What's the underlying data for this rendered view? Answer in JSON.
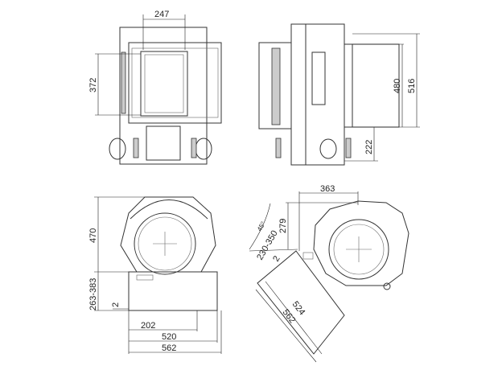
{
  "front_view": {
    "dim_width": "247",
    "dim_height": "372"
  },
  "side_view": {
    "dim_480": "480",
    "dim_516": "516",
    "dim_222": "222"
  },
  "top_view_straight": {
    "dim_470": "470",
    "dim_263_383": "263-383",
    "dim_2": "2",
    "dim_202": "202",
    "dim_520": "520",
    "dim_562": "562"
  },
  "top_view_rotated": {
    "dim_363": "363",
    "dim_279": "279",
    "angle": "45°",
    "dim_230_350": "230-350",
    "dim_2": "2",
    "dim_524": "524",
    "dim_562": "562"
  }
}
